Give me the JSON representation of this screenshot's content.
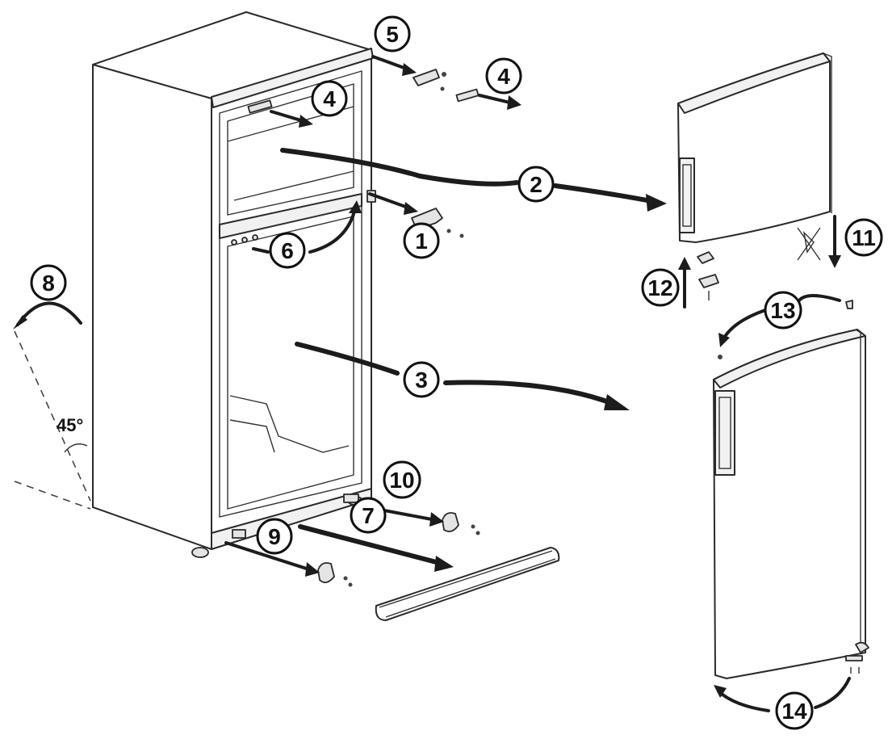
{
  "callouts": [
    {
      "id": "1",
      "label": "1"
    },
    {
      "id": "2",
      "label": "2"
    },
    {
      "id": "3",
      "label": "3"
    },
    {
      "id": "4a",
      "label": "4"
    },
    {
      "id": "4b",
      "label": "4"
    },
    {
      "id": "5",
      "label": "5"
    },
    {
      "id": "6",
      "label": "6"
    },
    {
      "id": "7",
      "label": "7"
    },
    {
      "id": "8",
      "label": "8"
    },
    {
      "id": "9",
      "label": "9"
    },
    {
      "id": "10",
      "label": "10"
    },
    {
      "id": "11",
      "label": "11"
    },
    {
      "id": "12",
      "label": "12"
    },
    {
      "id": "13",
      "label": "13"
    },
    {
      "id": "14",
      "label": "14"
    }
  ],
  "tilt_angle_label": "45°",
  "colors": {
    "ink": "#1c1c1c",
    "panel": "#f1f1f1"
  }
}
